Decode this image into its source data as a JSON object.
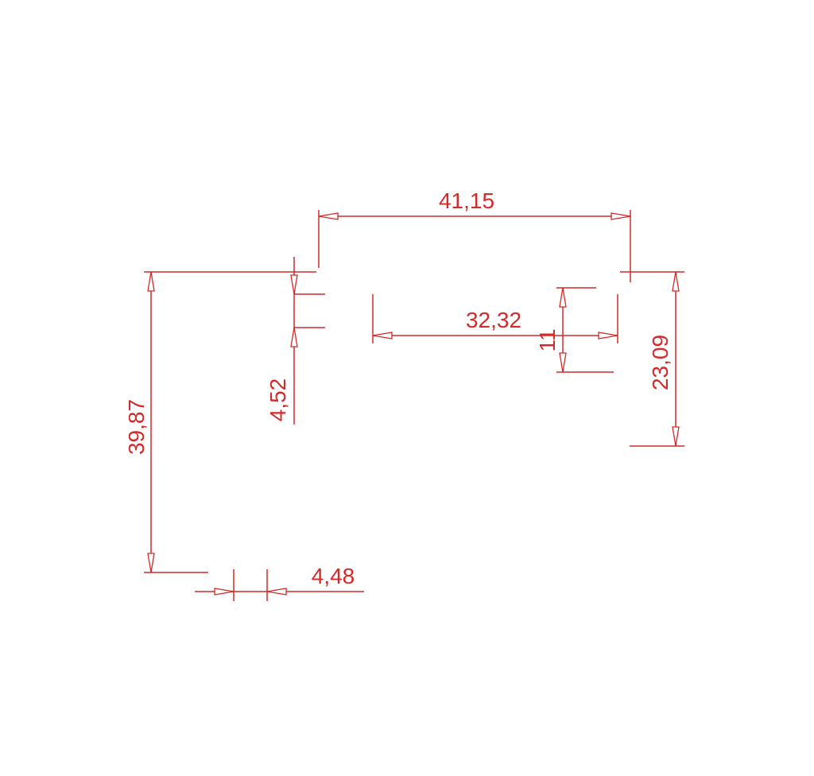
{
  "drawing": {
    "line_color": "#d42a2a",
    "background": "#ffffff",
    "dimensions": {
      "top_width": "41,15",
      "right_height": "23,09",
      "inner_width": "32,32",
      "small_height": "11",
      "left_offset": "4,52",
      "total_height": "39,87",
      "bottom_offset": "4,48"
    }
  }
}
